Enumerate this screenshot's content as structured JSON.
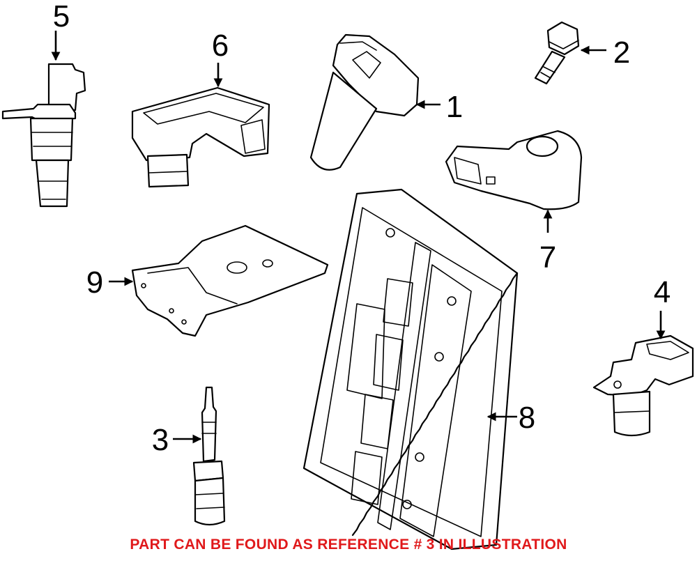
{
  "diagram": {
    "callouts": [
      "1",
      "2",
      "3",
      "4",
      "5",
      "6",
      "7",
      "8",
      "9"
    ],
    "footer_note": "PART CAN BE FOUND AS REFERENCE # 3 IN ILLUSTRATION",
    "footer_color": "#e0191b",
    "line_color": "#000000",
    "background": "#ffffff"
  }
}
